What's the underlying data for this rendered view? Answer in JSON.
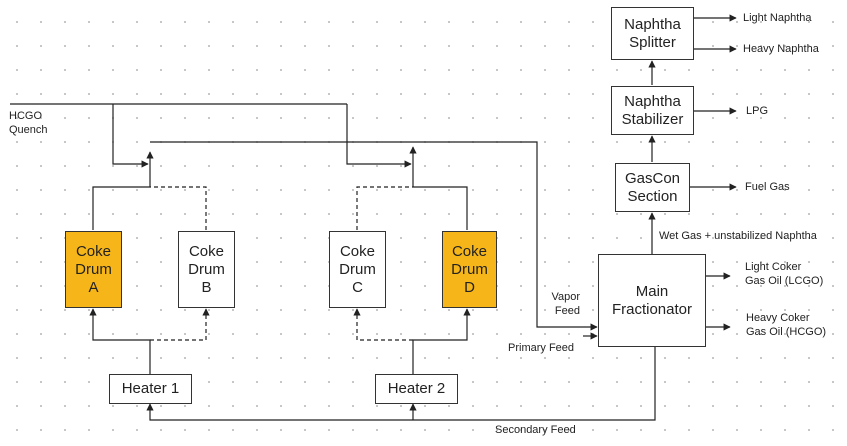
{
  "units": {
    "coke_drum_a": "Coke\nDrum\nA",
    "coke_drum_b": "Coke\nDrum\nB",
    "coke_drum_c": "Coke\nDrum\nC",
    "coke_drum_d": "Coke\nDrum\nD",
    "heater_1": "Heater 1",
    "heater_2": "Heater 2",
    "main_fractionator": "Main\nFractionator",
    "gascon_section": "GasCon\nSection",
    "naphtha_stabilizer": "Naphtha\nStabilizer",
    "naphtha_splitter": "Naphtha\nSplitter"
  },
  "streams": {
    "hcgo_quench": "HCGO\nQuench",
    "vapor_feed": "Vapor\nFeed",
    "primary_feed": "Primary Feed",
    "secondary_feed": "Secondary Feed",
    "wet_gas": "Wet Gas + unstabilized Naphtha",
    "light_naphtha": "Light Naphtha",
    "heavy_naphtha": "Heavy Naphtha",
    "lpg": "LPG",
    "fuel_gas": "Fuel Gas",
    "lcgo": "Light Coker\nGas Oil (LCGO)",
    "hcgo": "Heavy Coker\nGas Oil (HCGO)"
  },
  "colors": {
    "active_drum": "#f6b61a",
    "line": "#222222"
  }
}
